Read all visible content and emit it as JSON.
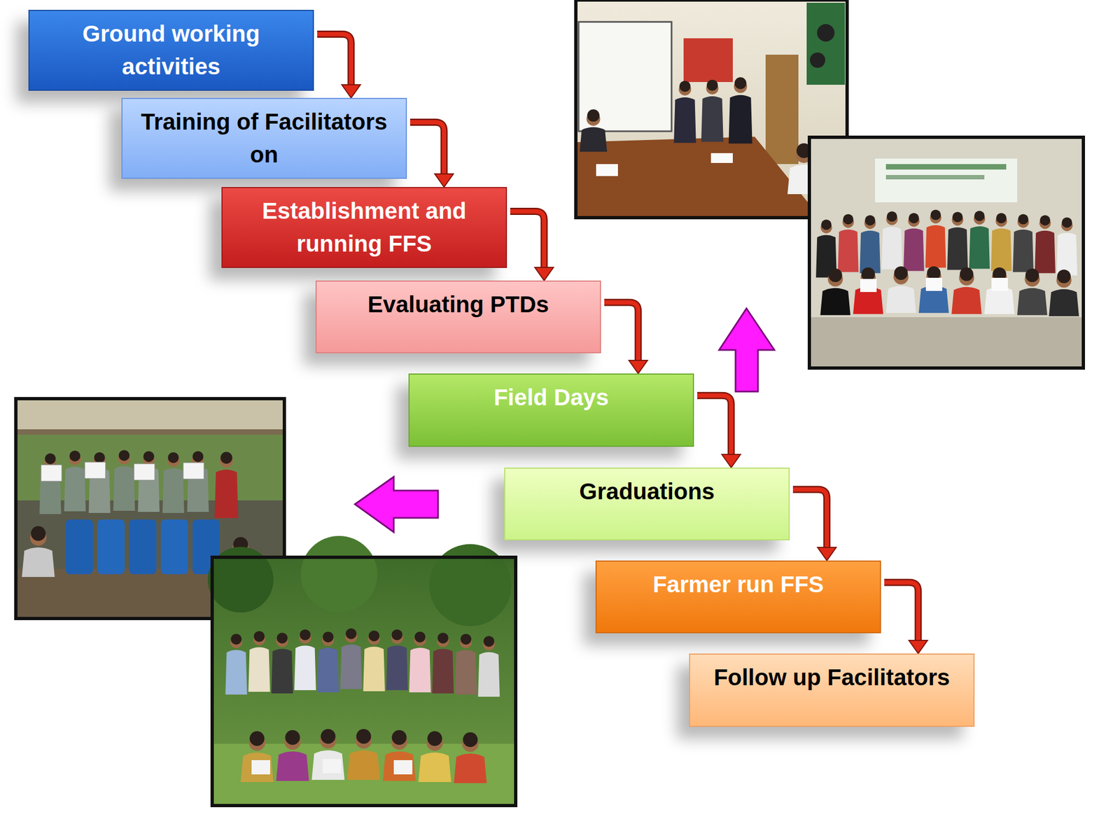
{
  "diagram": {
    "nodes": [
      {
        "text": [
          "Ground working activities"
        ]
      },
      {
        "text": [
          "Training of Facilitators on"
        ]
      },
      {
        "text": [
          "Establishment  and running FFS"
        ]
      },
      {
        "text": [
          "Evaluating PTDs"
        ]
      },
      {
        "text": [
          "Field Days"
        ]
      },
      {
        "text": [
          "Graduations"
        ]
      },
      {
        "text": [
          "Farmer run FFS"
        ]
      },
      {
        "text": [
          "Follow up Facilitators"
        ]
      }
    ],
    "edges": [
      {
        "from": 0,
        "to": 1,
        "arrow": "to"
      },
      {
        "from": 1,
        "to": 2,
        "arrow": "to"
      },
      {
        "from": 2,
        "to": 3,
        "arrow": "to"
      },
      {
        "from": 3,
        "to": 4,
        "arrow": "to"
      },
      {
        "from": 4,
        "to": 5,
        "arrow": "to"
      },
      {
        "from": 5,
        "to": 6,
        "arrow": "to"
      },
      {
        "from": 6,
        "to": 7,
        "arrow": "to"
      }
    ]
  }
}
